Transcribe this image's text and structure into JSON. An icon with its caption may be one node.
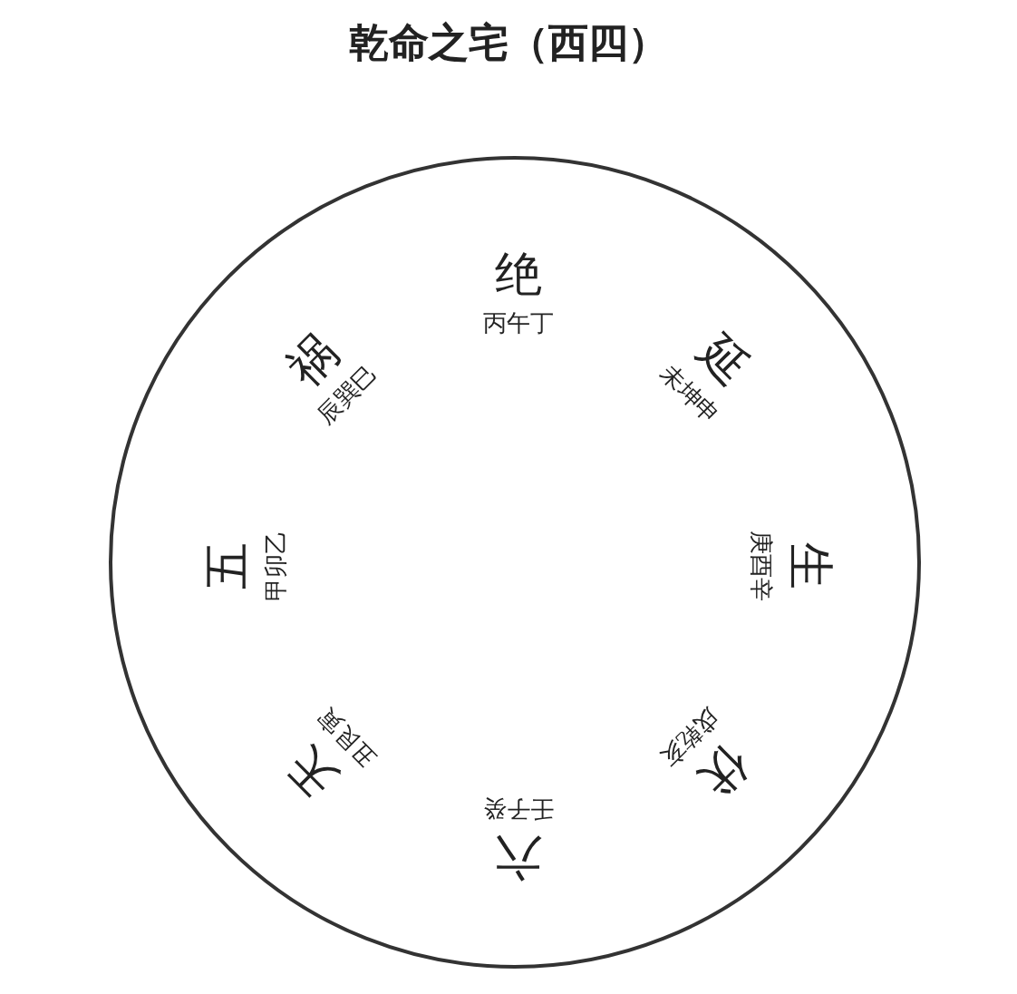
{
  "diagram": {
    "title": "乾命之宅（西四）",
    "nodes": [
      {
        "text": [
          "绝",
          "丙午丁",
          "延",
          "未坤申",
          "生",
          "庚酉辛",
          "伏",
          "戌乾亥",
          "六",
          "壬子癸",
          "天",
          "丑艮寅",
          "五",
          "甲卯乙",
          "祸",
          "辰巽巳"
        ]
      }
    ]
  }
}
